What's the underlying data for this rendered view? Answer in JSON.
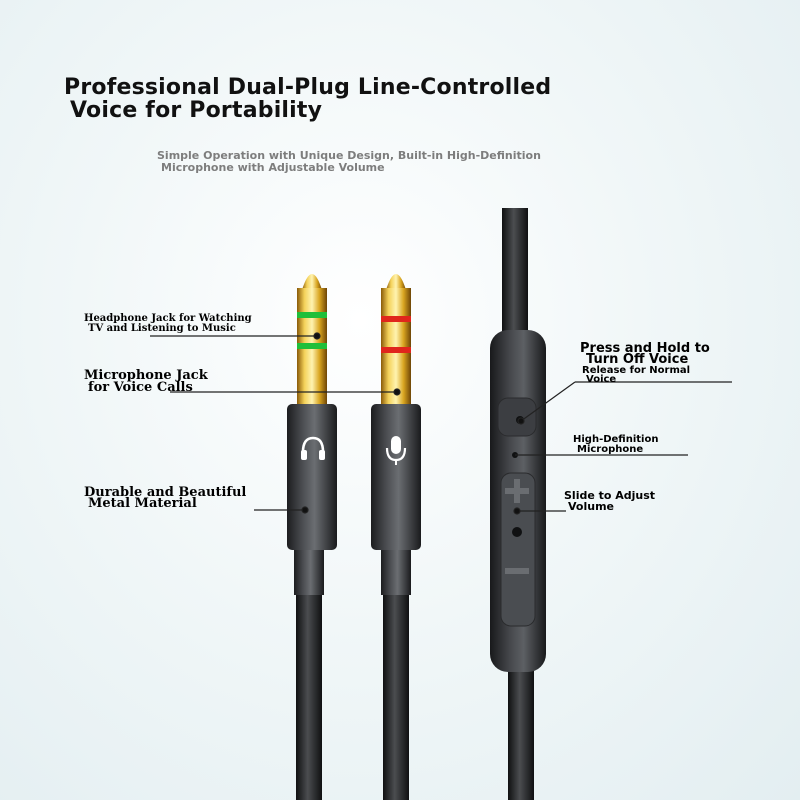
{
  "headline": {
    "line1": "Professional Dual-Plug Line-Controlled",
    "line2": "Voice for Portability"
  },
  "subheadline": {
    "line1": "Simple Operation with Unique Design, Built-in High-Definition",
    "line2": "Microphone with Adjustable Volume"
  },
  "callouts": {
    "headphone_jack": {
      "line1": "Headphone Jack for Watching",
      "line2": "TV and Listening to Music"
    },
    "microphone_jack": {
      "line1": "Microphone Jack",
      "line2": "for Voice Calls"
    },
    "metal_material": {
      "line1": "Durable and Beautiful",
      "line2": "Metal Material"
    },
    "press_hold": {
      "line1": "Press and Hold to",
      "line2": "Turn Off Voice"
    },
    "release": {
      "line1": "Release for Normal",
      "line2": "Voice"
    },
    "hd_mic": {
      "line1": "High-Definition",
      "line2": "Microphone"
    },
    "slide_volume": {
      "line1": "Slide to Adjust",
      "line2": "Volume"
    }
  },
  "colors": {
    "headphone_ring": "#1fbf3a",
    "microphone_ring": "#e0261c",
    "gold_plug": "#d9a520",
    "housing": "#3a3c3f"
  },
  "icons": [
    "headphones-icon",
    "microphone-icon",
    "plus-icon",
    "minus-icon"
  ]
}
